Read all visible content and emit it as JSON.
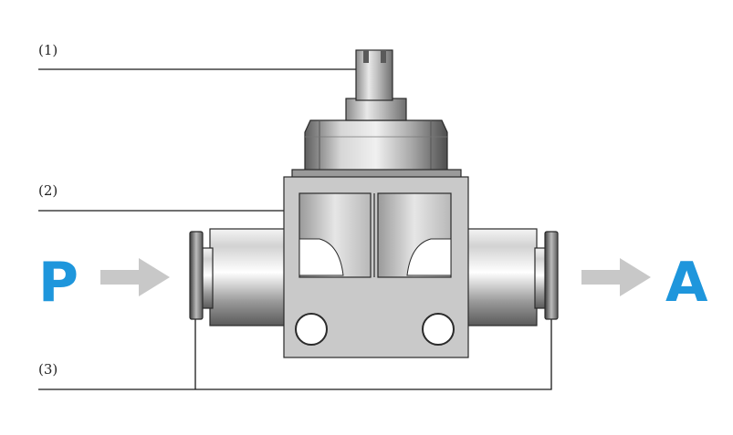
{
  "callouts": [
    {
      "id": "1",
      "label": "(1)"
    },
    {
      "id": "2",
      "label": "(2)"
    },
    {
      "id": "3",
      "label": "(3)"
    }
  ],
  "ports": {
    "inlet": {
      "label": "P"
    },
    "outlet": {
      "label": "A"
    }
  },
  "colors": {
    "port_label": "#1e96dc",
    "flow_arrow": "#c8c8c8",
    "body": "#c9c9c9",
    "leader_line": "#1a1a1a"
  },
  "icons": {
    "flow_in": "arrow-right-icon",
    "flow_out": "arrow-right-icon"
  }
}
